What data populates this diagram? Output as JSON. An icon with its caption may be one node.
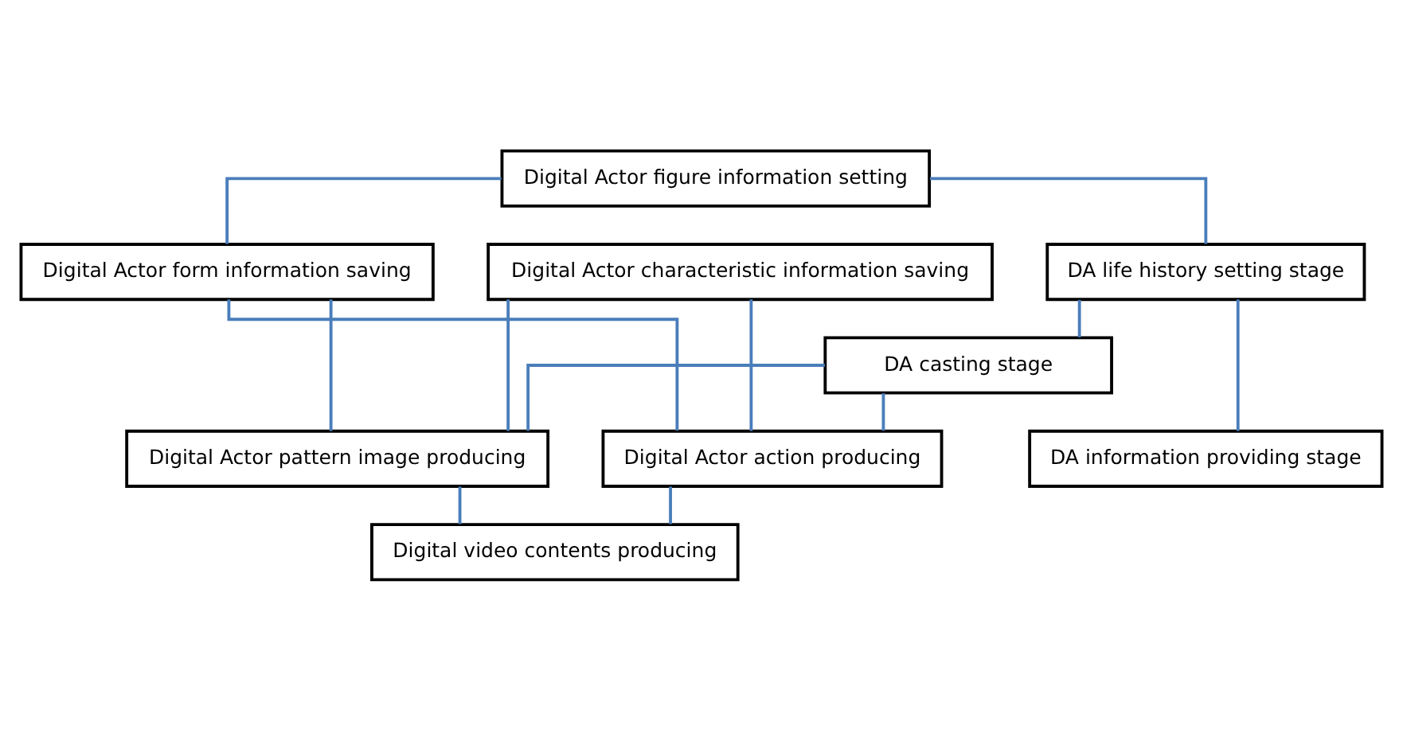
{
  "diagram": {
    "nodes": [
      {
        "text": [
          "Digital Actor figure information setting"
        ]
      },
      {
        "text": [
          "Digital Actor form information saving"
        ]
      },
      {
        "text": [
          "Digital Actor characteristic information saving"
        ]
      },
      {
        "text": [
          "DA life history setting stage"
        ]
      },
      {
        "text": [
          "DA casting stage"
        ]
      },
      {
        "text": [
          "Digital Actor pattern image producing"
        ]
      },
      {
        "text": [
          "Digital Actor action producing"
        ]
      },
      {
        "text": [
          "DA information providing stage"
        ]
      },
      {
        "text": [
          "Digital video contents producing"
        ]
      }
    ],
    "edges": [
      {
        "from": 0,
        "to": 1,
        "arrow": "none"
      },
      {
        "from": 0,
        "to": 3,
        "arrow": "none"
      },
      {
        "from": 3,
        "to": 4,
        "arrow": "none"
      },
      {
        "from": 3,
        "to": 7,
        "arrow": "none"
      },
      {
        "from": 1,
        "to": 5,
        "arrow": "none"
      },
      {
        "from": 1,
        "to": 6,
        "arrow": "none"
      },
      {
        "from": 2,
        "to": 5,
        "arrow": "none"
      },
      {
        "from": 2,
        "to": 6,
        "arrow": "none"
      },
      {
        "from": 4,
        "to": 5,
        "arrow": "none"
      },
      {
        "from": 4,
        "to": 6,
        "arrow": "none"
      },
      {
        "from": 5,
        "to": 8,
        "arrow": "none"
      },
      {
        "from": 6,
        "to": 8,
        "arrow": "none"
      }
    ]
  }
}
